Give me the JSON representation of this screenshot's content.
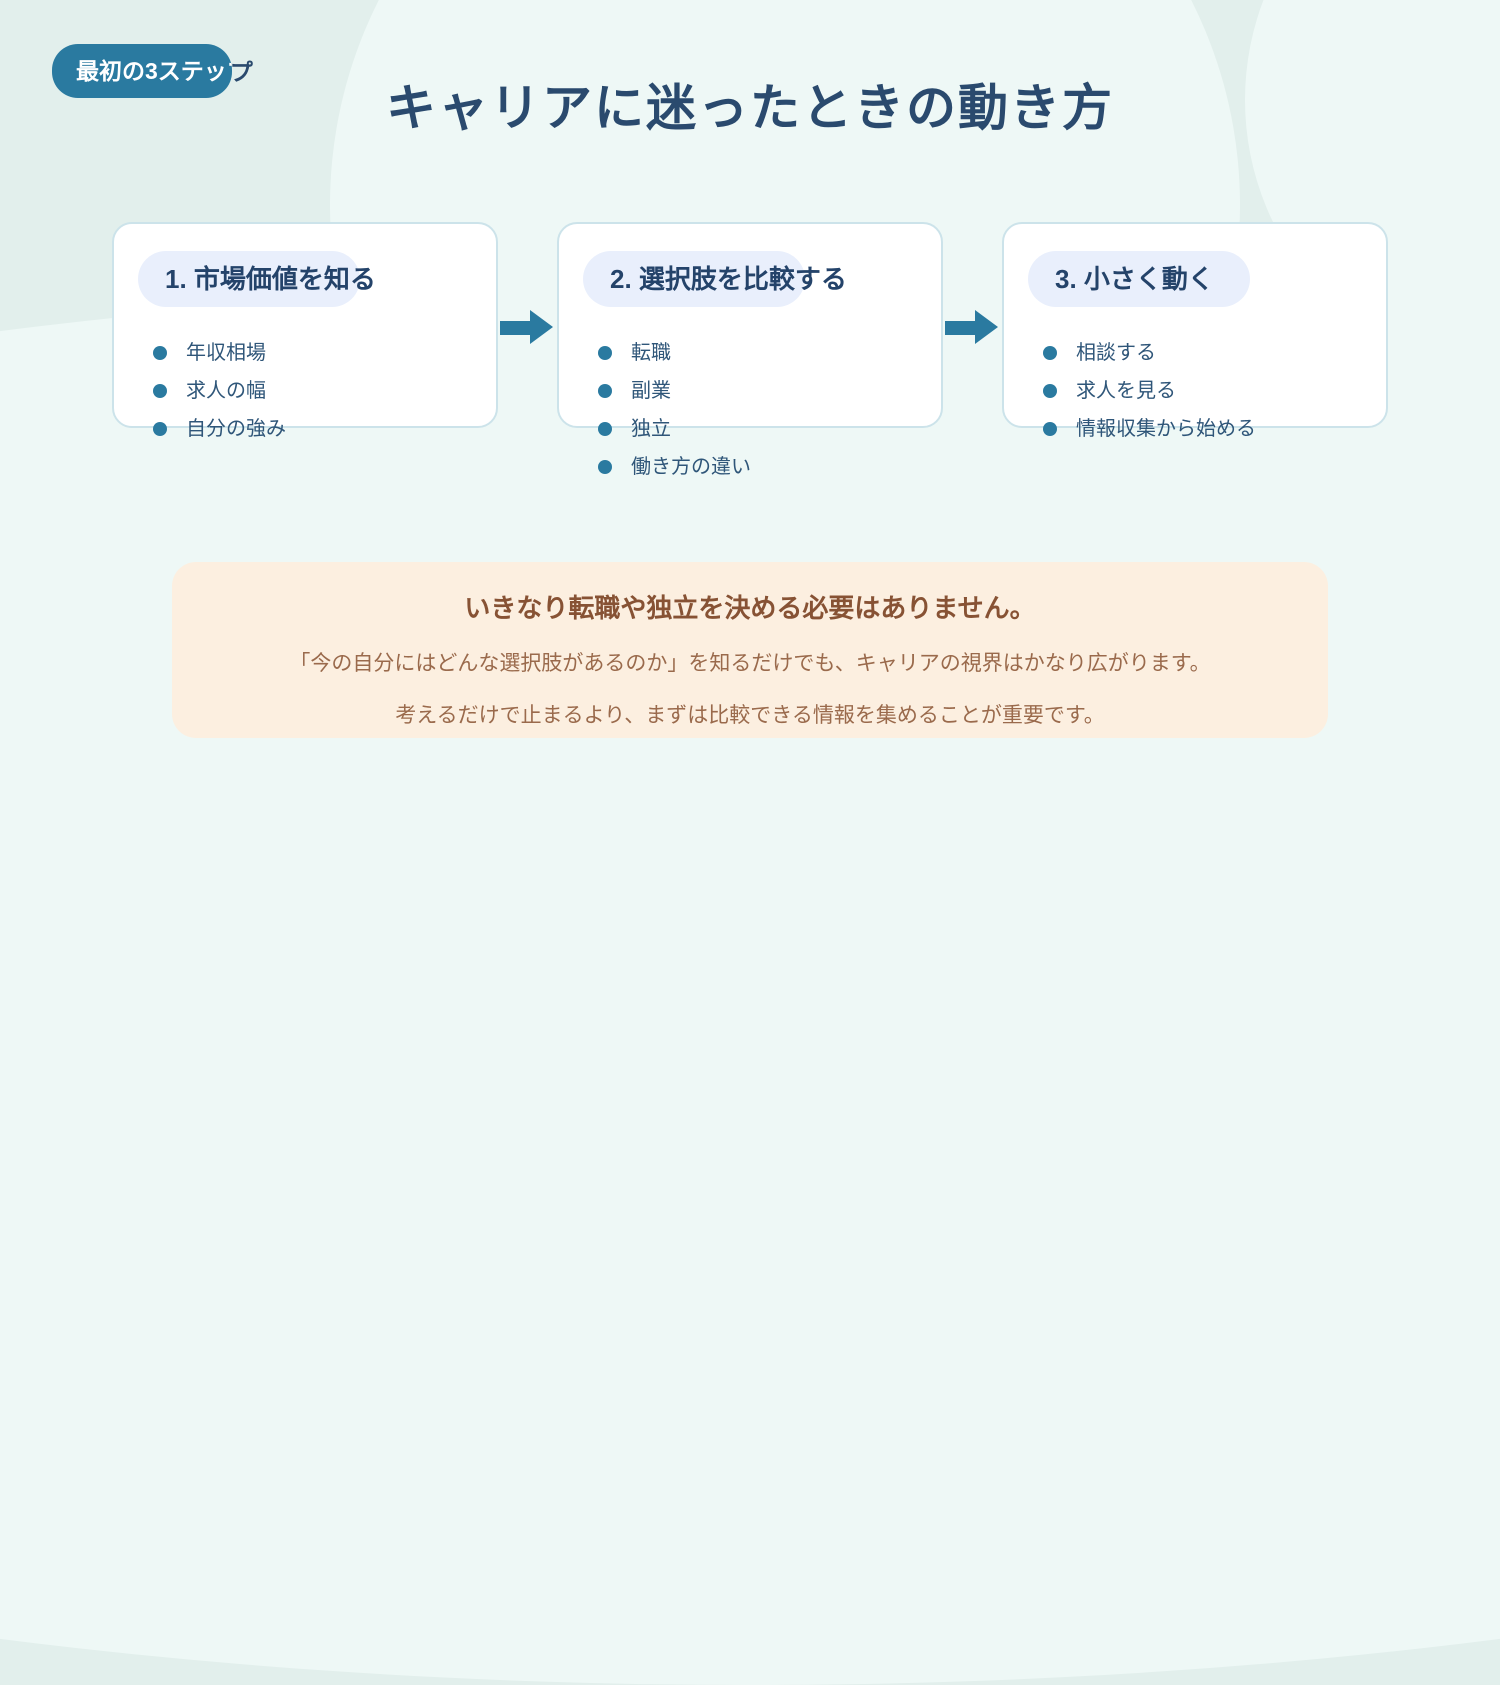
{
  "badge": {
    "label": "最初の3ステップ"
  },
  "title": "キャリアに迷ったときの動き方",
  "steps": [
    {
      "heading": "1. 市場価値を知る",
      "items": [
        "年収相場",
        "求人の幅",
        "自分の強み"
      ]
    },
    {
      "heading": "2. 選択肢を比較する",
      "items": [
        "転職",
        "副業",
        "独立",
        "働き方の違い"
      ]
    },
    {
      "heading": "3. 小さく動く",
      "items": [
        "相談する",
        "求人を見る",
        "情報収集から始める"
      ]
    }
  ],
  "note": {
    "heading": "いきなり転職や独立を決める必要はありません。",
    "lines": [
      "「今の自分にはどんな選択肢があるのか」を知るだけでも、キャリアの視界はかなり広がります。",
      "考えるだけで止まるより、まずは比較できる情報を集めることが重要です。"
    ]
  },
  "colors": {
    "accent_teal": "#2a7aa0",
    "title_navy": "#2a4a6e",
    "card_heading_navy": "#24436a",
    "bullet_text": "#2f5679",
    "card_border": "#cce3ea",
    "heading_pill_bg": "#e9effc",
    "note_bg": "#fcefe0",
    "note_heading_brown": "#875234",
    "note_body_brown": "#9a6a4c",
    "background_base": "#e2efec",
    "background_blob": "#eef8f6"
  }
}
